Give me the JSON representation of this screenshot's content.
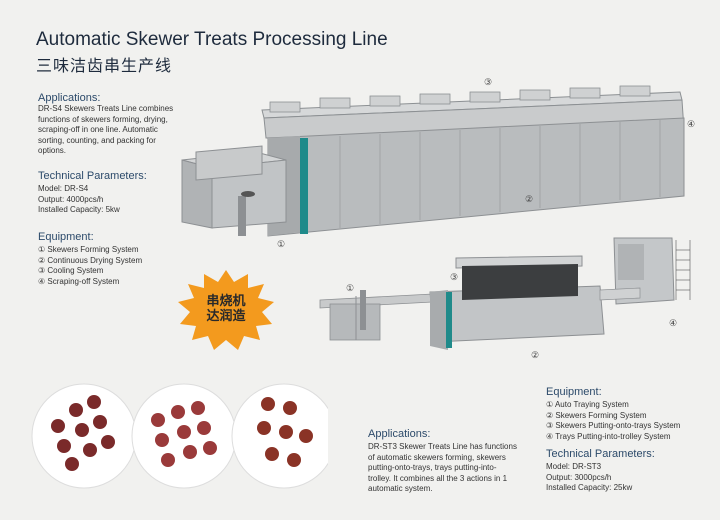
{
  "title": "Automatic Skewer Treats Processing Line",
  "subtitle": "三味洁齿串生产线",
  "left": {
    "applications_heading": "Applications:",
    "applications_text": [
      "DR-S4 Skewers Treats Line combines",
      "functions of skewers forming, drying,",
      "scraping-off in one line. Automatic",
      "sorting, counting, and packing for",
      "options."
    ],
    "tech_heading": "Technical Parameters:",
    "tech_items": [
      "Model: DR-S4",
      "Output: 4000pcs/h",
      "Installed Capacity: 5kw"
    ],
    "equipment_heading": "Equipment:",
    "equipment_items": [
      "① Skewers Forming System",
      "② Continuous Drying System",
      "③ Cooling System",
      "④ Scraping-off System"
    ]
  },
  "badge": {
    "line1": "串烧机",
    "line2": "达润造",
    "color": "#f39a1e"
  },
  "machine1_markers": [
    "①",
    "②",
    "③",
    "④"
  ],
  "machine2_markers": [
    "①",
    "②",
    "③",
    "④"
  ],
  "right": {
    "equipment_heading": "Equipment:",
    "equipment_items": [
      "① Auto Traying System",
      "② Skewers Forming System",
      "③ Skewers Putting-onto-trays System",
      "④ Trays Putting-into-trolley System"
    ],
    "tech_heading": "Technical Parameters:",
    "tech_items": [
      "Model: DR-ST3",
      "Output: 3000pcs/h",
      "Installed Capacity: 25kw"
    ]
  },
  "bottom": {
    "applications_heading": "Applications:",
    "applications_text": [
      "DR-ST3 Skewer Treats Line has functions",
      "of automatic skewers forming, skewers",
      "putting-onto-trays,  trays putting-into-",
      "trolley. It combines all the 3 actions in 1",
      "automatic system."
    ]
  },
  "colors": {
    "accent": "#2c4a6a",
    "machine": "#b8bbbd",
    "teal": "#1f8a8a"
  }
}
